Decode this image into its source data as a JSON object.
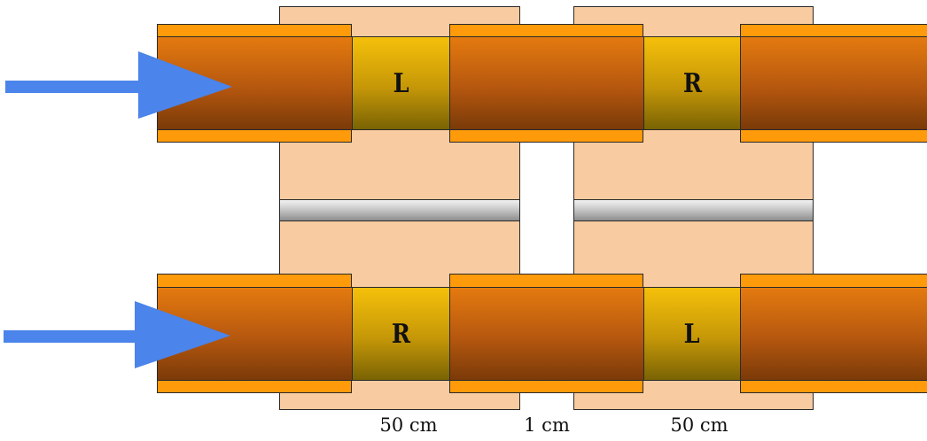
{
  "top_row": {
    "left_coupling_label": "L",
    "right_coupling_label": "R"
  },
  "bottom_row": {
    "left_coupling_label": "R",
    "right_coupling_label": "L"
  },
  "dimensions": {
    "left_width": "50 cm",
    "gap": "1 cm",
    "right_width": "50 cm"
  },
  "colors": {
    "arrow": "#4b84ea",
    "pipe": "#b5570f",
    "coupling": "#c59708",
    "flange": "#ff9a0a",
    "plate": "#f8cba0",
    "rod": "#c8c8c8"
  }
}
